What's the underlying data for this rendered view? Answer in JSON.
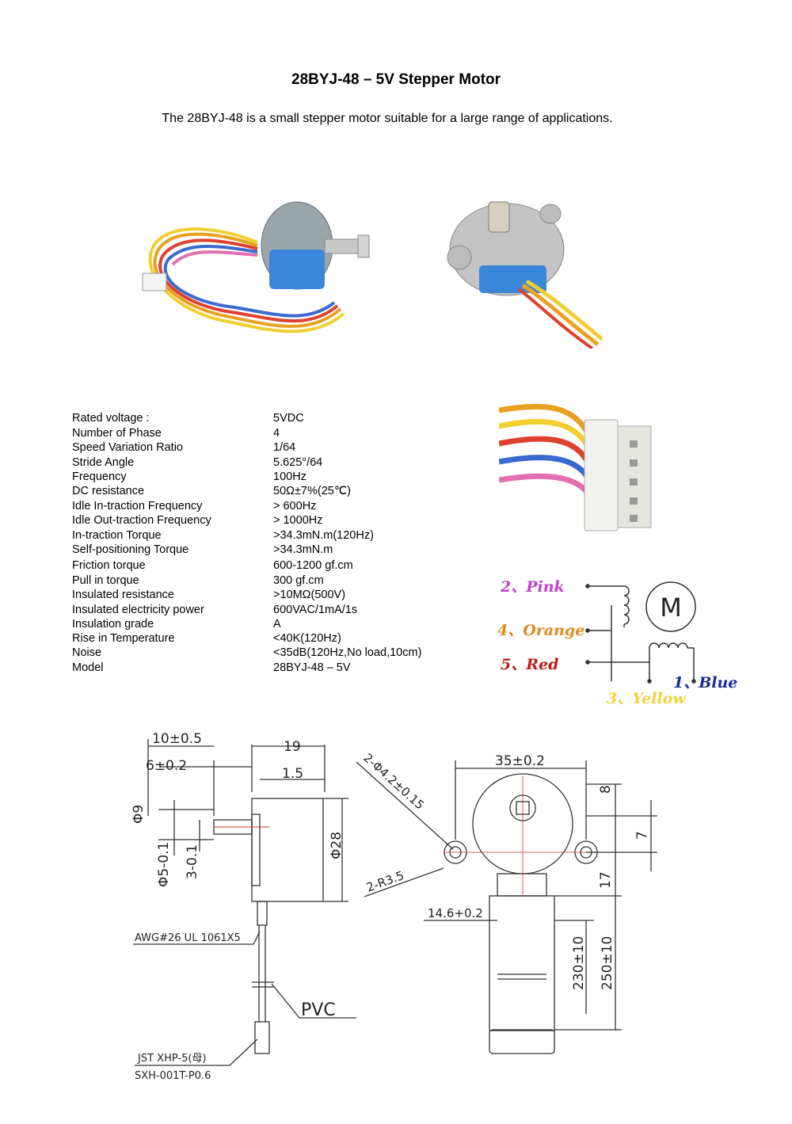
{
  "title": "28BYJ-48 – 5V Stepper Motor",
  "subtitle": "The 28BYJ-48 is a small stepper motor suitable for a large range of applications.",
  "specs": [
    {
      "label": "Rated voltage  :",
      "value": "5VDC"
    },
    {
      "label": "Number of Phase",
      "value": "4"
    },
    {
      "label": "Speed Variation Ratio",
      "value": "1/64"
    },
    {
      "label": "Stride Angle",
      "value": "5.625°/64"
    },
    {
      "label": "Frequency",
      "value": "100Hz"
    },
    {
      "label": "DC resistance",
      "value": "50Ω±7%(25℃)"
    },
    {
      "label": "Idle In-traction Frequency",
      "value": "> 600Hz"
    },
    {
      "label": "Idle Out-traction Frequency",
      "value": "> 1000Hz"
    },
    {
      "label": "In-traction Torque",
      "value": ">34.3mN.m(120Hz)"
    },
    {
      "label": "Self-positioning Torque",
      "value": ">34.3mN.m"
    },
    {
      "label": "Friction torque",
      "value": "600-1200 gf.cm"
    },
    {
      "label": "Pull in torque",
      "value": "300 gf.cm"
    },
    {
      "label": "Insulated resistance",
      "value": ">10MΩ(500V)"
    },
    {
      "label": "Insulated electricity power",
      "value": "600VAC/1mA/1s"
    },
    {
      "label": "Insulation grade",
      "value": "A"
    },
    {
      "label": "Rise in Temperature",
      "value": "<40K(120Hz)"
    },
    {
      "label": "Noise",
      "value": "<35dB(120Hz,No load,10cm)"
    },
    {
      "label": "Model",
      "value": "28BYJ-48 – 5V"
    }
  ],
  "wiring": {
    "pink": "2、Pink",
    "orange": "4、Orange",
    "red": "5、Red",
    "blue": "1、Blue",
    "yellow": "3、Yellow",
    "motor_symbol": "M",
    "colors": {
      "pink": "#c23fd1",
      "orange": "#e08a1c",
      "red": "#c21a1a",
      "blue": "#1a2a9a",
      "yellow": "#f2d23a"
    }
  },
  "drawing": {
    "dim_10": "10±0.5",
    "dim_6": "6±0.2",
    "dim_19": "19",
    "dim_1_5": "1.5",
    "dim_d9": "Φ9",
    "dim_d5": "Φ5-0.1",
    "dim_3": "3-0.1",
    "dim_d28": "Φ28",
    "awg": "AWG#26 UL 1061X5",
    "pvc": "PVC",
    "jst": "JST XHP-5(母)",
    "sxh": "SXH-001T-P0.6",
    "dim_35": "35±0.2",
    "dim_holes": "2-Φ4.2±0.15",
    "dim_r35": "2-R3.5",
    "dim_8": "8",
    "dim_7": "7",
    "dim_17": "17",
    "dim_14_6": "14.6+0.2",
    "dim_230": "230±10",
    "dim_250": "250±10"
  }
}
